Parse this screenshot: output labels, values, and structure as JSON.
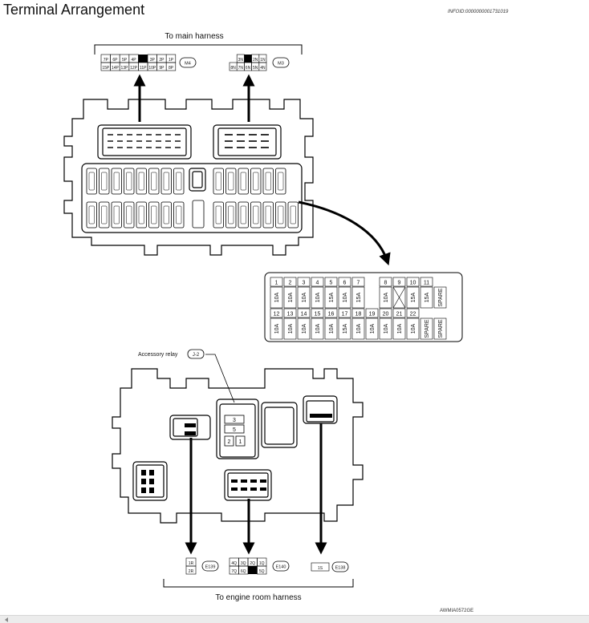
{
  "title": "Terminal Arrangement",
  "info_id": "INFOID:0000000001731019",
  "diagram_id": "AWMIA0572GE",
  "top_label": "To main harness",
  "bottom_label": "To engine room harness",
  "accessory_relay_label": "Accessory relay",
  "accessory_relay_code": "J-2",
  "connectors": {
    "m4": {
      "code": "M4",
      "row1": [
        "7P",
        "6P",
        "5P",
        "4P",
        "",
        "3P",
        "2P",
        "1P"
      ],
      "row2": [
        "15P",
        "14P",
        "13P",
        "12P",
        "11P",
        "10P",
        "9P",
        "8P"
      ]
    },
    "m3": {
      "code": "M3",
      "row1": [
        "3N",
        "",
        "2N",
        "1N"
      ],
      "row2": [
        "8N",
        "7N",
        "6N",
        "5N",
        "4N"
      ]
    },
    "e139": {
      "code": "E139",
      "pins": [
        "1R",
        "2R"
      ]
    },
    "e140": {
      "code": "E140",
      "row1": [
        "4Q",
        "3Q",
        "2Q",
        "1Q"
      ],
      "row2": [
        "7Q",
        "6Q",
        "",
        "5Q"
      ]
    },
    "e138": {
      "code": "E138",
      "pins": [
        "1S"
      ]
    }
  },
  "relay_terminals": [
    "3",
    "5",
    "2",
    "1"
  ],
  "fuse_table": {
    "row1": [
      {
        "no": "1",
        "amp": "10A"
      },
      {
        "no": "2",
        "amp": "10A"
      },
      {
        "no": "3",
        "amp": "10A"
      },
      {
        "no": "4",
        "amp": "10A"
      },
      {
        "no": "5",
        "amp": "15A"
      },
      {
        "no": "6",
        "amp": "10A"
      },
      {
        "no": "7",
        "amp": "15A"
      },
      {
        "no": "",
        "amp": ""
      },
      {
        "no": "8",
        "amp": "10A"
      },
      {
        "no": "9",
        "amp": ""
      },
      {
        "no": "10",
        "amp": "15A"
      },
      {
        "no": "11",
        "amp": "15A"
      },
      {
        "no": "",
        "amp": "SPARE"
      }
    ],
    "row2": [
      {
        "no": "12",
        "amp": "10A"
      },
      {
        "no": "13",
        "amp": "10A"
      },
      {
        "no": "14",
        "amp": "10A"
      },
      {
        "no": "15",
        "amp": "10A"
      },
      {
        "no": "16",
        "amp": "10A"
      },
      {
        "no": "17",
        "amp": "15A"
      },
      {
        "no": "18",
        "amp": "10A"
      },
      {
        "no": "19",
        "amp": "10A"
      },
      {
        "no": "20",
        "amp": "10A"
      },
      {
        "no": "21",
        "amp": "10A"
      },
      {
        "no": "22",
        "amp": "10A"
      },
      {
        "no": "",
        "amp": "SPARE"
      },
      {
        "no": "",
        "amp": "SPARE"
      }
    ]
  }
}
